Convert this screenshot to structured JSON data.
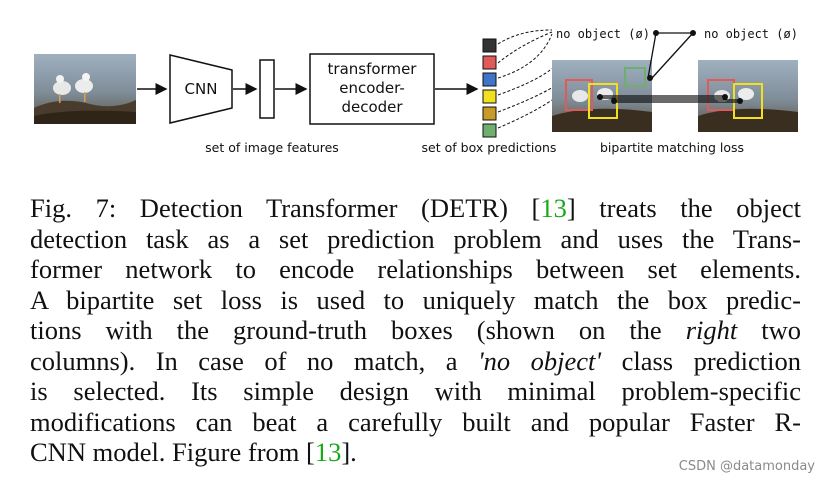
{
  "figure": {
    "cnn_label": "CNN",
    "transformer_label_lines": [
      "transformer",
      "encoder-",
      "decoder"
    ],
    "features_caption": "set of image features",
    "predictions_caption": "set of box predictions",
    "matching_caption": "bipartite matching loss",
    "no_object_left": "no object (ø)",
    "no_object_right": "no object (ø)",
    "prediction_colors": [
      "#333333",
      "#e05a5a",
      "#3f74c8",
      "#f0e020",
      "#c79a2a",
      "#6fae6f"
    ]
  },
  "caption": {
    "lines": [
      [
        "Fig. 7: Detection Transformer (DETR) [",
        "13",
        "] treats the object"
      ],
      [
        "detection task as a set prediction problem and uses the Trans-"
      ],
      [
        "former network to encode relationships between set elements."
      ],
      [
        "A bipartite set loss is used to uniquely match the box predic-"
      ],
      [
        "tions with the ground-truth boxes (shown on the ",
        "right",
        " two"
      ],
      [
        "columns). In case of no match, a ",
        "'no object'",
        " class prediction"
      ],
      [
        "is selected. Its simple design with minimal problem-specific"
      ],
      [
        "modifications can beat a carefully built and popular Faster R-"
      ],
      [
        "CNN model. Figure from [",
        "13",
        "]."
      ]
    ]
  },
  "watermark": "CSDN @datamonday"
}
